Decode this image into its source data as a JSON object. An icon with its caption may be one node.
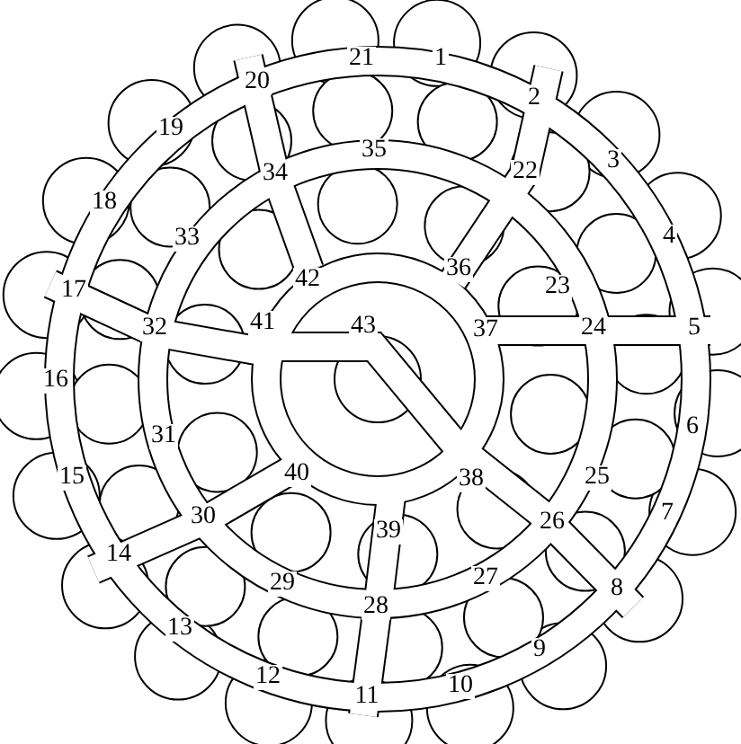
{
  "diagram": {
    "labels": [
      "1",
      "2",
      "3",
      "4",
      "5",
      "6",
      "7",
      "8",
      "9",
      "10",
      "11",
      "12",
      "13",
      "14",
      "15",
      "16",
      "17",
      "18",
      "19",
      "20",
      "21",
      "22",
      "23",
      "24",
      "25",
      "26",
      "27",
      "28",
      "29",
      "30",
      "31",
      "32",
      "33",
      "34",
      "35",
      "36",
      "37",
      "38",
      "39",
      "40",
      "41",
      "42",
      "43"
    ]
  }
}
